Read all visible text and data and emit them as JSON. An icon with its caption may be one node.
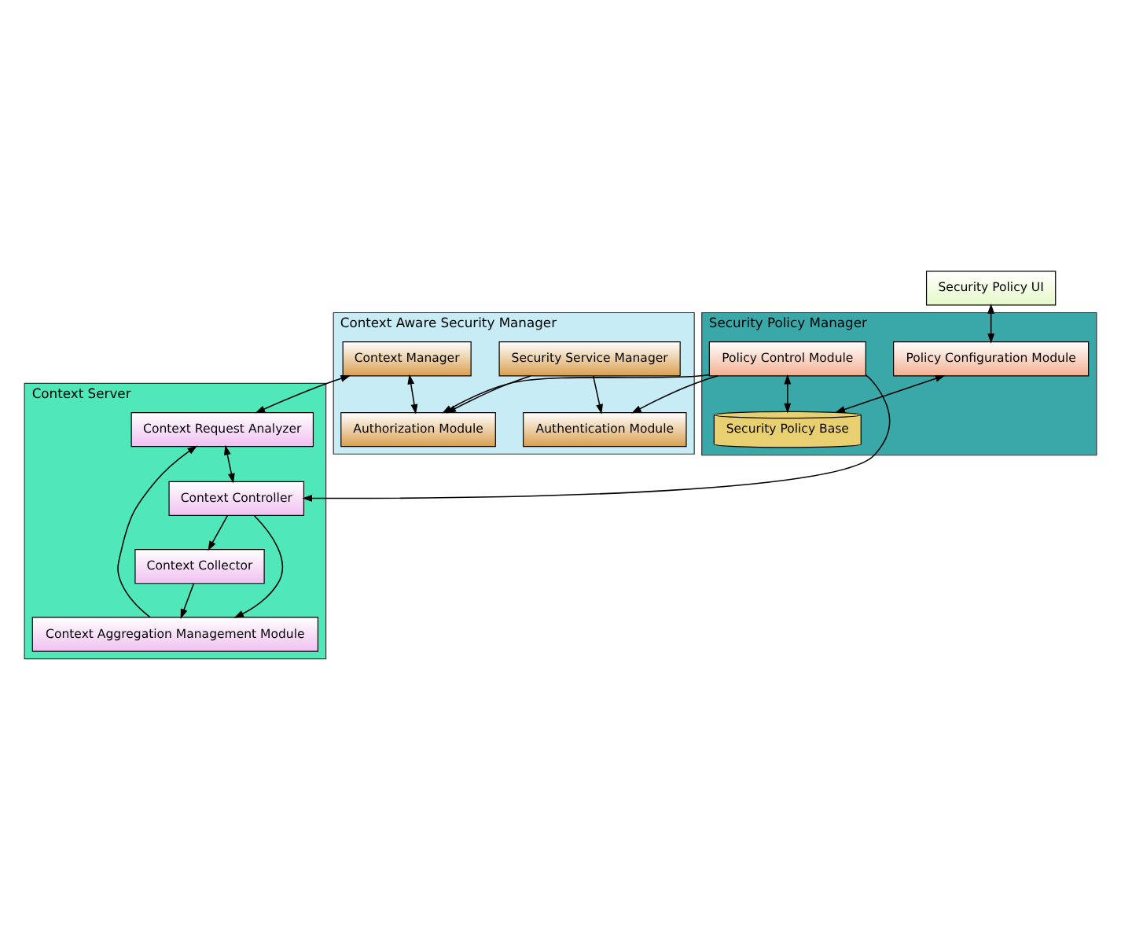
{
  "diagram": {
    "nodes": [
      {
        "text": [
          "Context Aware Security Manager"
        ]
      },
      {
        "text": [
          "Security Service Manager"
        ],
        "in": 0
      },
      {
        "text": [
          "Authentication Module"
        ],
        "in": 0
      },
      {
        "text": [
          "Context Manager"
        ],
        "in": 0
      },
      {
        "text": [
          "Authorization Module"
        ],
        "in": 0
      },
      {
        "text": [
          "Security Policy UI"
        ]
      },
      {
        "text": [
          "Security Policy Manager"
        ]
      },
      {
        "text": [
          "Policy Control Module"
        ],
        "in": 6
      },
      {
        "text": [
          "Policy Configuration Module"
        ],
        "in": 6
      },
      {
        "text": [
          "Context Server"
        ]
      },
      {
        "text": [
          "Context Request Analyzer"
        ],
        "in": 9
      },
      {
        "text": [
          "Context Controller"
        ],
        "in": 9
      },
      {
        "text": [
          "Context Aggregation Management Module"
        ],
        "in": 9
      },
      {
        "text": [
          "Context Collector"
        ],
        "in": 9
      },
      {
        "text": [
          "Security Policy Base"
        ],
        "in": 6
      }
    ],
    "edges": [
      {
        "from": 1,
        "to": 2,
        "arrow": "to"
      },
      {
        "from": 1,
        "to": 4,
        "arrow": "to"
      },
      {
        "from": 3,
        "to": 4,
        "arrow": "both"
      },
      {
        "from": 7,
        "to": 2,
        "arrow": "to"
      },
      {
        "from": 7,
        "to": 4,
        "arrow": "to"
      },
      {
        "from": 7,
        "to": 11,
        "arrow": "to"
      },
      {
        "from": 5,
        "to": 8,
        "arrow": "both"
      },
      {
        "from": 7,
        "to": 14,
        "arrow": "both"
      },
      {
        "from": 8,
        "to": 14,
        "arrow": "both"
      },
      {
        "from": 3,
        "to": 10,
        "arrow": "both"
      },
      {
        "from": 10,
        "to": 11,
        "arrow": "both"
      },
      {
        "from": 11,
        "to": 12,
        "arrow": "to"
      },
      {
        "from": 11,
        "to": 13,
        "arrow": "to"
      },
      {
        "from": 12,
        "to": 10,
        "arrow": "to"
      },
      {
        "from": 13,
        "to": 12,
        "arrow": "to"
      }
    ]
  }
}
